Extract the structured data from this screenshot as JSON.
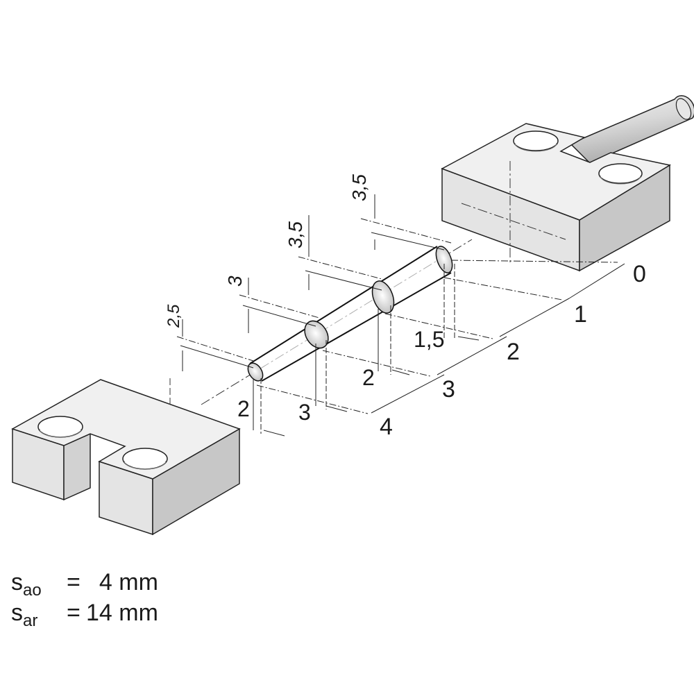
{
  "diagram": {
    "ring_numbers": [
      "0",
      "1",
      "2",
      "3",
      "4"
    ],
    "widths": [
      "1,5",
      "2",
      "3",
      "2"
    ],
    "heights": [
      "3,5",
      "3,5",
      "3",
      "2,5"
    ]
  },
  "legend": [
    {
      "symbol": "s",
      "subscript": "ao",
      "equals": "=",
      "value": "  4 mm"
    },
    {
      "symbol": "s",
      "subscript": "ar",
      "equals": "=",
      "value": "14 mm"
    }
  ]
}
